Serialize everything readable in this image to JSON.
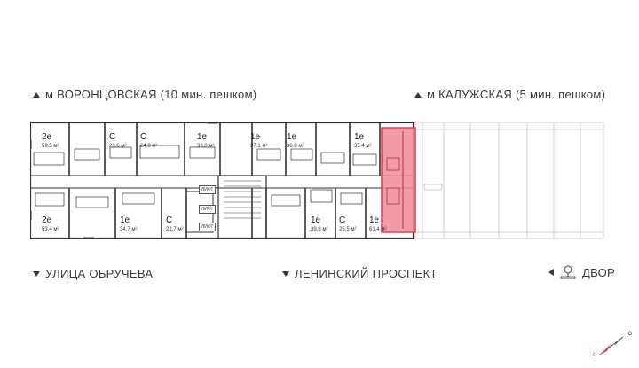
{
  "labels": {
    "metro_left": "м ВОРОНЦОВСКАЯ  (10 мин. пешком)",
    "metro_right": "м КАЛУЖСКАЯ (5 мин. пешком)",
    "street_left": "УЛИЦА ОБРУЧЕВА",
    "street_mid": "ЛЕНИНСКИЙ ПРОСПЕКТ",
    "yard": "ДВОР"
  },
  "apartments": [
    {
      "type": "2е",
      "area": "59.5 м²"
    },
    {
      "type": "С",
      "area": "23.6 м²"
    },
    {
      "type": "С",
      "area": "24.0 м²"
    },
    {
      "type": "1е",
      "area": "38.0 м²"
    },
    {
      "type": "1е",
      "area": "37.1 м²"
    },
    {
      "type": "1е",
      "area": "36.8 м²"
    },
    {
      "type": "1е",
      "area": "35.4 м²"
    },
    {
      "type": "2е",
      "area": "53.4 м²"
    },
    {
      "type": "1е",
      "area": "34.7 м²"
    },
    {
      "type": "С",
      "area": "22.7 м²"
    },
    {
      "type": "1е",
      "area": "39.8 м²"
    },
    {
      "type": "С",
      "area": "25.5 м²"
    },
    {
      "type": "1е",
      "area": "61.4 м²"
    }
  ],
  "lifts": [
    "ЛИФТ",
    "ЛИФТ",
    "ЛИФТ"
  ],
  "compass": {
    "north": "Ю",
    "south": "С"
  },
  "colors": {
    "highlight": "#f08a9a",
    "highlight_stroke": "#d6415a",
    "wall": "#333333",
    "ghost": "#cfcfcf"
  }
}
